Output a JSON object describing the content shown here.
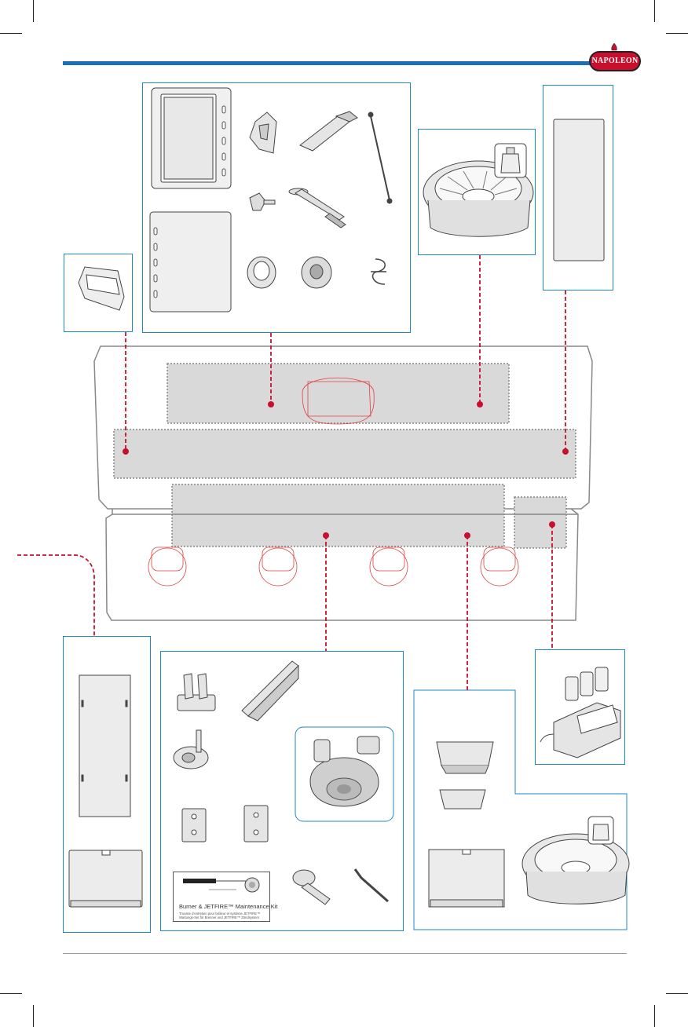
{
  "header": {
    "brand_name": "NAPOLEON",
    "accent_color": "#1d6fb5",
    "brand_color": "#c8102e"
  },
  "kit_card": {
    "title": "Burner & JETFIRE™ Maintenance Kit",
    "subtitle_fr": "Trousse d’entretien pour brûleur et système JETFIRE™",
    "subtitle_de": "Wartungs-Set für Brenner und JETFIRE™ Zündsystem"
  },
  "colors": {
    "box_border": "#1d8ac4",
    "callout_line": "#c8102e",
    "highlight_fill": "#d9d9d9"
  },
  "icons": [
    "napoleon-flame-icon",
    "callout-dot-icon"
  ]
}
